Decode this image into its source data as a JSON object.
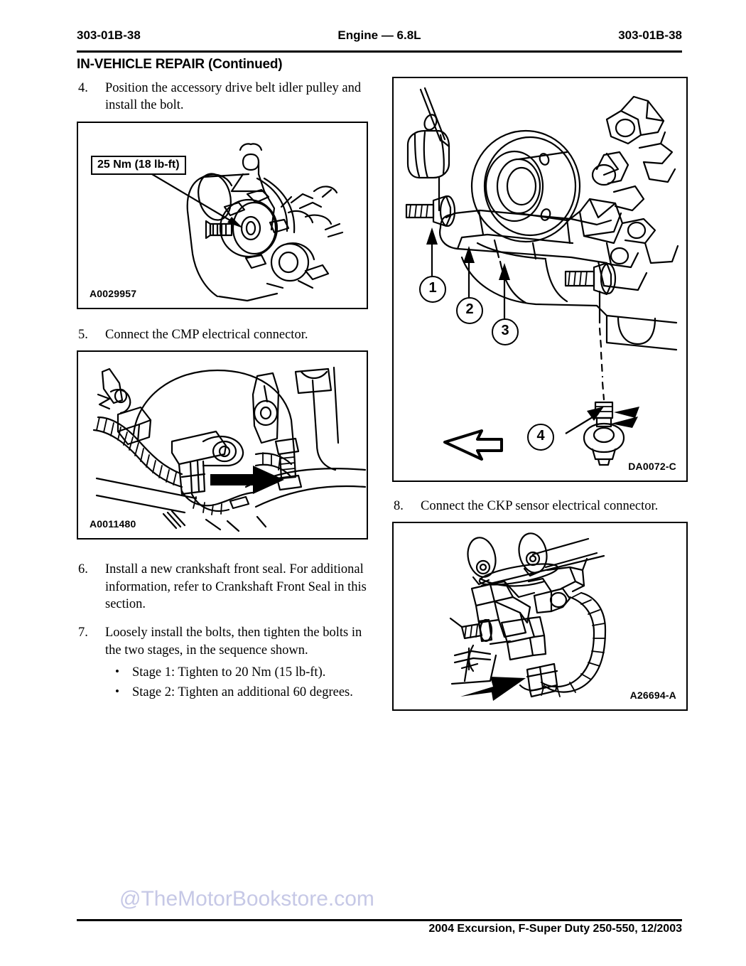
{
  "header": {
    "page_number_left": "303-01B-38",
    "title": "Engine — 6.8L",
    "page_number_right": "303-01B-38"
  },
  "section": {
    "title": "IN-VEHICLE REPAIR (Continued)"
  },
  "left_column": {
    "step4": {
      "number": "4.",
      "text": "Position the accessory drive belt idler pulley and install the bolt."
    },
    "figure_a0029957": {
      "id": "A0029957",
      "torque_label": "25 Nm (18 lb-ft)"
    },
    "step5": {
      "number": "5.",
      "text": "Connect the CMP electrical connector."
    },
    "figure_a0011480": {
      "id": "A0011480"
    },
    "step6": {
      "number": "6.",
      "text": "Install a new crankshaft front seal. For additional information, refer to Crankshaft Front Seal in this section."
    },
    "step7": {
      "number": "7.",
      "text": "Loosely install the bolts, then tighten the bolts in the two stages, in the sequence shown.",
      "bullets": [
        "Stage 1: Tighten to 20 Nm (15 lb-ft).",
        "Stage 2: Tighten an additional 60 degrees."
      ]
    }
  },
  "right_column": {
    "figure_da0072c": {
      "id": "DA0072-C",
      "callouts": [
        "1",
        "2",
        "3",
        "4"
      ]
    },
    "step8": {
      "number": "8.",
      "text": "Connect the CKP sensor electrical connector."
    },
    "figure_a26694a": {
      "id": "A26694-A"
    }
  },
  "watermark": {
    "text": "@TheMotorBookstore.com",
    "color": "#c6c8e6"
  },
  "footer": {
    "text": "2004 Excursion, F-Super Duty 250-550, 12/2003"
  }
}
